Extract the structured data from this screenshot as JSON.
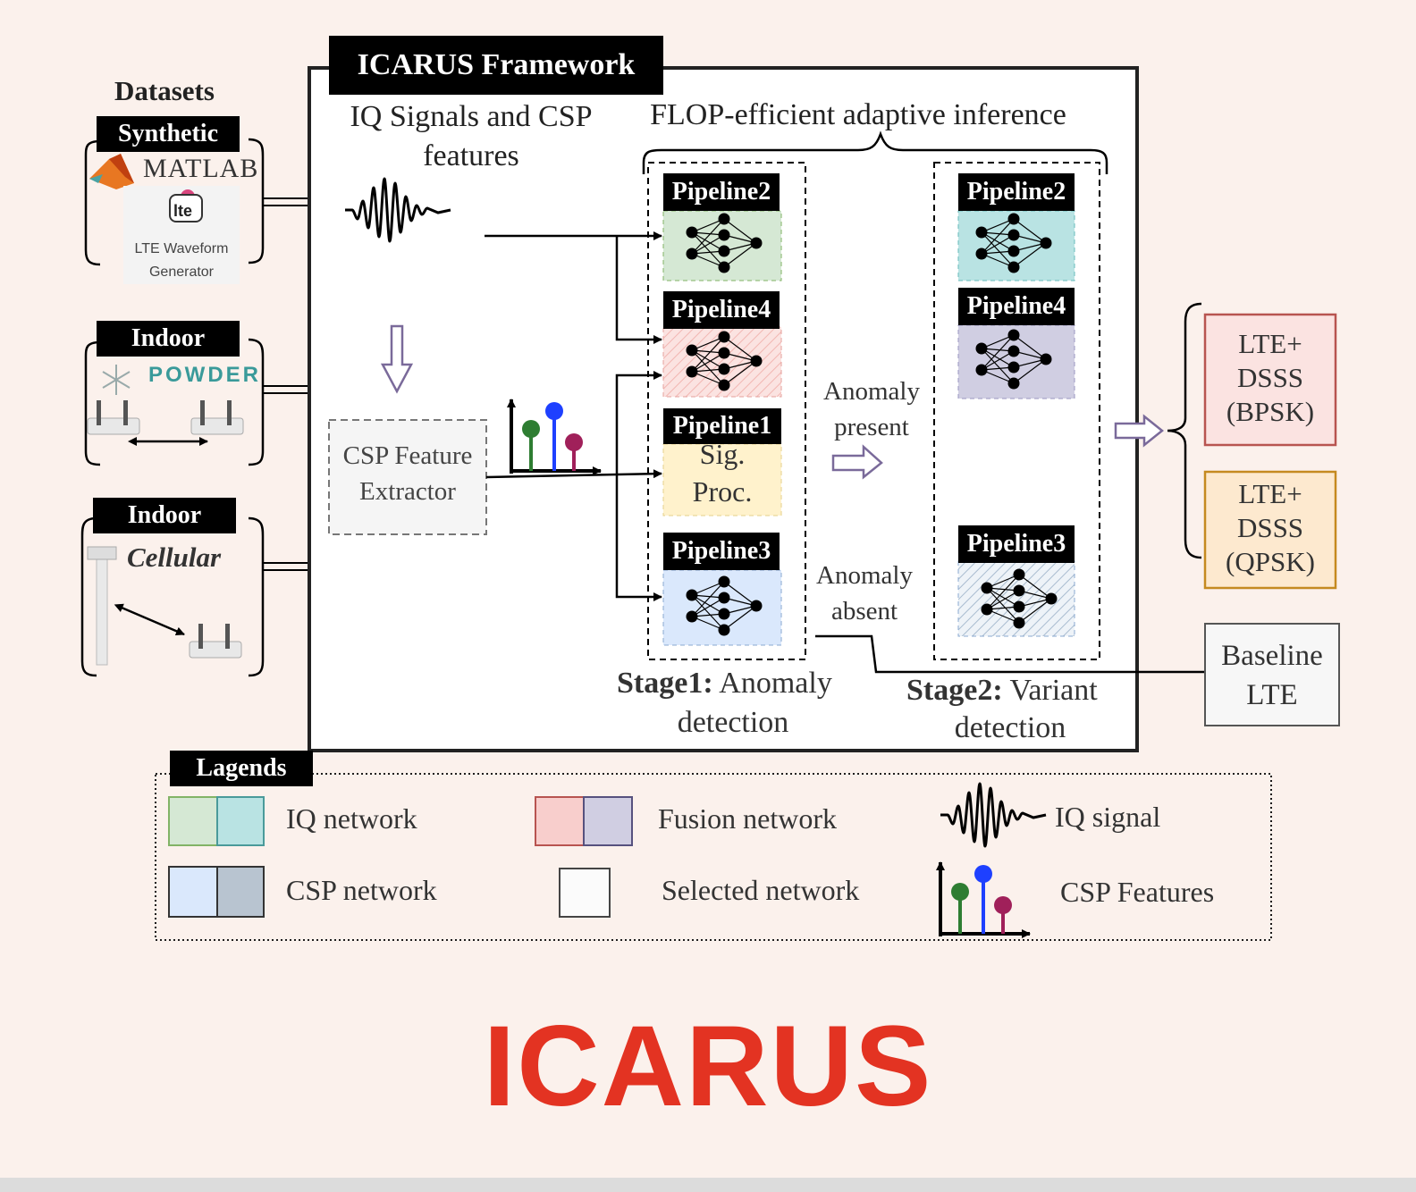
{
  "framework_title": "ICARUS Framework",
  "datasets": {
    "heading": "Datasets",
    "synthetic": {
      "tag": "Synthetic",
      "matlab_logo": "MATLAB",
      "lte_logo": "lte",
      "lte_caption_1": "LTE Waveform",
      "lte_caption_2": "Generator"
    },
    "indoor1": {
      "tag": "Indoor",
      "powder_logo": "POWDER"
    },
    "indoor2": {
      "tag": "Indoor",
      "cellular": "Cellular"
    }
  },
  "iq_heading_1": "IQ Signals and CSP",
  "iq_heading_2": "features",
  "flop_heading": "FLOP-efficient adaptive inference",
  "csp_extractor_1": "CSP Feature",
  "csp_extractor_2": "Extractor",
  "stage1": {
    "p2": "Pipeline2",
    "p4": "Pipeline4",
    "p1": "Pipeline1",
    "p1_body_1": "Sig.",
    "p1_body_2": "Proc.",
    "p3": "Pipeline3",
    "caption_bold": "Stage1:",
    "caption_1": " Anomaly",
    "caption_2": "detection"
  },
  "stage2": {
    "p2": "Pipeline2",
    "p4": "Pipeline4",
    "p3": "Pipeline3",
    "caption_bold": "Stage2:",
    "caption_1": " Variant",
    "caption_2": "detection"
  },
  "anomaly_present_1": "Anomaly",
  "anomaly_present_2": "present",
  "anomaly_absent_1": "Anomaly",
  "anomaly_absent_2": "absent",
  "outputs": {
    "bpsk": [
      "LTE+",
      "DSSS",
      "(BPSK)"
    ],
    "qpsk": [
      "LTE+",
      "DSSS",
      "(QPSK)"
    ],
    "baseline": [
      "Baseline",
      "LTE"
    ]
  },
  "legend": {
    "title": "Lagends",
    "iq_network": "IQ network",
    "fusion_network": "Fusion network",
    "iq_signal": "IQ signal",
    "csp_network": "CSP network",
    "selected_network": "Selected network",
    "csp_features": "CSP Features"
  },
  "big_title": "ICARUS",
  "colors": {
    "iq_green": "#d5e8d4",
    "iq_teal": "#b9e3e3",
    "fusion_red": "#f8cecc",
    "fusion_purple": "#d0cee2",
    "csp_blue": "#dae8fc",
    "csp_slate": "#b8c4d0",
    "sigproc_yellow": "#fff2cc",
    "title_red": "#e33322",
    "bpsk_border": "#b85450",
    "qpsk_border": "#d79b00",
    "hollow_arrow": "#7a6a9a"
  }
}
